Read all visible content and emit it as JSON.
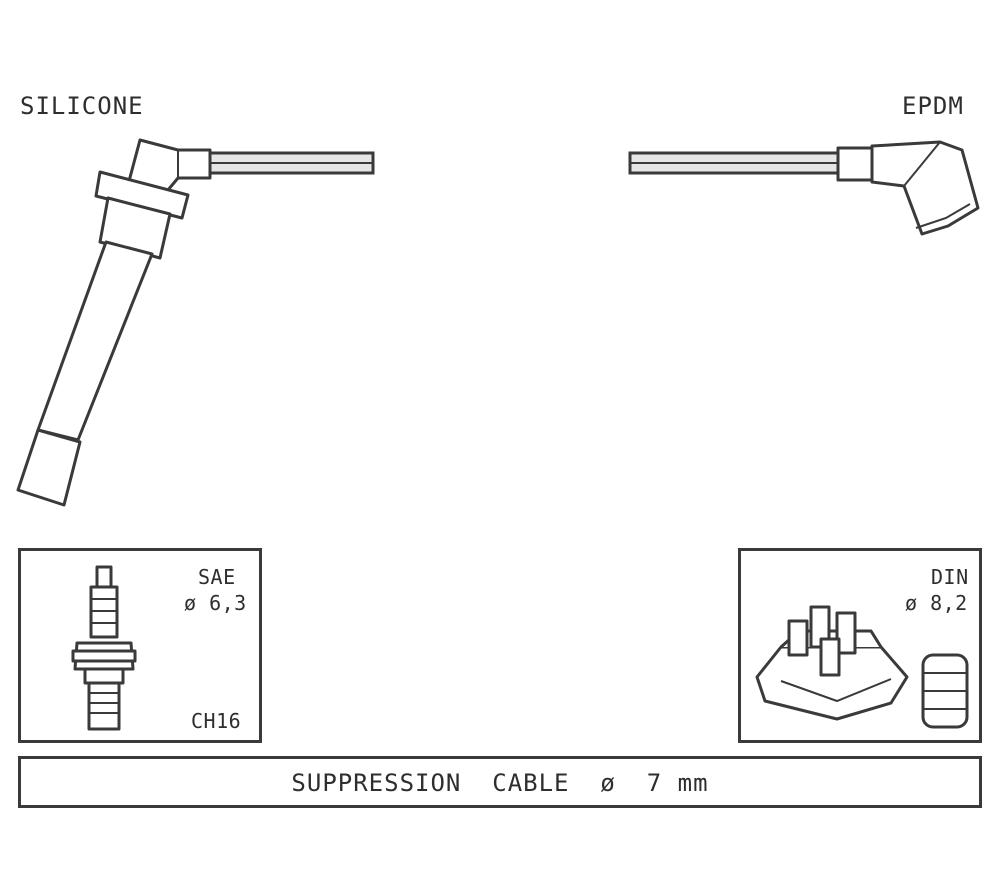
{
  "labels": {
    "left_material": "SILICONE",
    "right_material": "EPDM"
  },
  "spark_plug_box": {
    "standard": "SAE",
    "diameter": "ø 6,3",
    "code": "CH16"
  },
  "distributor_box": {
    "standard": "DIN",
    "diameter": "ø 8,2"
  },
  "footer": {
    "text": "SUPPRESSION  CABLE  ø  7 mm"
  }
}
